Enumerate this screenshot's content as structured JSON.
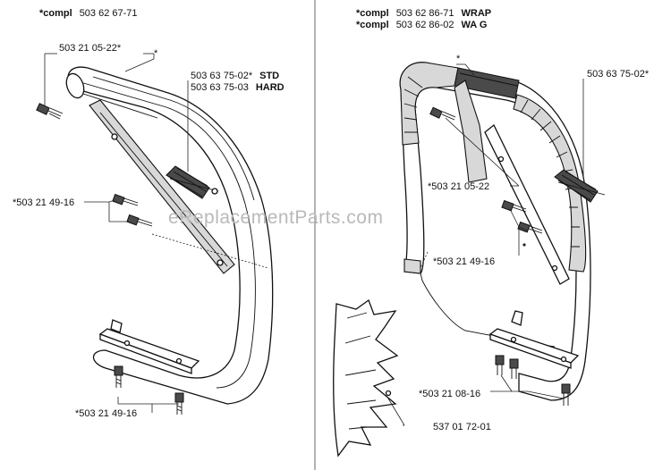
{
  "watermark": "eReplacementParts.com",
  "left_panel": {
    "title_prefix": "*compl",
    "title_number": "503 62 67-71",
    "labels": {
      "screw_top": "503 21 05-22*",
      "star_top": "*",
      "spring_std_number": "503 63 75-02*",
      "spring_std_suffix": "STD",
      "spring_hard_number": "503 63 75-03",
      "spring_hard_suffix": "HARD",
      "screws_mid": "*503 21 49-16",
      "screws_bottom": "*503 21 49-16"
    }
  },
  "right_panel": {
    "title_1_prefix": "*compl",
    "title_1_number": "503 62 86-71",
    "title_1_suffix": "WRAP",
    "title_2_prefix": "*compl",
    "title_2_number": "503 62 86-02",
    "title_2_suffix": "WA G",
    "labels": {
      "star_top": "*",
      "spring": "503 63 75-02*",
      "screw": "*503 21 05-22",
      "screws_mid": "*503 21 49-16",
      "screws_bottom": "*503 21 08-16",
      "spike": "537 01 72-01"
    }
  }
}
